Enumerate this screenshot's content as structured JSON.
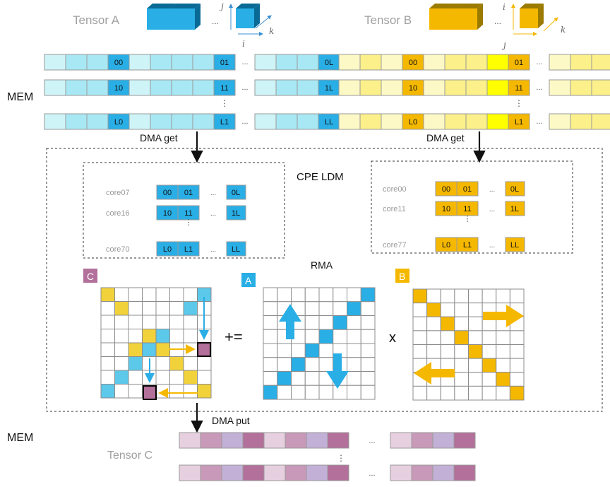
{
  "colors": {
    "blue": "#29aee6",
    "blue_mid": "#5cc8ea",
    "blue_light": "#a8e8f4",
    "blue_pale": "#cff4f8",
    "blue_dark": "#0a6a96",
    "yellow": "#f5b800",
    "yellow_mid": "#f2d23a",
    "yellow_light": "#fbf08a",
    "yellow_pale": "#fdf9c6",
    "yellow_bright": "#ffff00",
    "yellow_dark": "#9a7a00",
    "purple_dark": "#b3709a",
    "purple_mid": "#c899b8",
    "purple_light": "#c2b0d6",
    "purple_pale": "#e6d0e0",
    "label_gray": "#9a9a9a",
    "line": "#222222"
  },
  "tensor_a": {
    "title": "Tensor A",
    "axes": [
      "j",
      "k",
      "i"
    ],
    "ellipsis": "...",
    "rows": [
      {
        "labels": [
          "00",
          "01",
          "0L"
        ]
      },
      {
        "labels": [
          "10",
          "11",
          "1L"
        ]
      },
      {
        "labels": [
          "L0",
          "L1",
          "LL"
        ]
      }
    ]
  },
  "tensor_b": {
    "title": "Tensor B",
    "axes": [
      "i",
      "k",
      "j"
    ],
    "ellipsis": "...",
    "rows": [
      {
        "labels": [
          "00",
          "01",
          "0L"
        ]
      },
      {
        "labels": [
          "10",
          "11",
          "1L"
        ]
      },
      {
        "labels": [
          "L0",
          "L1",
          "LL"
        ]
      }
    ]
  },
  "mem_label_top": "MEM",
  "mem_label_bottom": "MEM",
  "dma_get_left": "DMA get",
  "dma_get_right": "DMA get",
  "cpe_ldm": "CPE LDM",
  "ldm_left": {
    "rows": [
      {
        "core": "core07",
        "labels": [
          "00",
          "01",
          "0L"
        ]
      },
      {
        "core": "core16",
        "labels": [
          "10",
          "11",
          "1L"
        ]
      },
      {
        "core": "core70",
        "labels": [
          "L0",
          "L1",
          "LL"
        ]
      }
    ]
  },
  "ldm_right": {
    "rows": [
      {
        "core": "core00",
        "labels": [
          "00",
          "01",
          "0L"
        ]
      },
      {
        "core": "core11",
        "labels": [
          "10",
          "11",
          "1L"
        ]
      },
      {
        "core": "core77",
        "labels": [
          "L0",
          "L1",
          "LL"
        ]
      }
    ]
  },
  "rma": "RMA",
  "badge_c": "C",
  "badge_a": "A",
  "badge_b": "B",
  "op_plus_eq": "+=",
  "op_times": "x",
  "dma_put": "DMA put",
  "tensor_c": {
    "title": "Tensor C"
  },
  "ellipsis": "...",
  "vellipsis": "⋮"
}
